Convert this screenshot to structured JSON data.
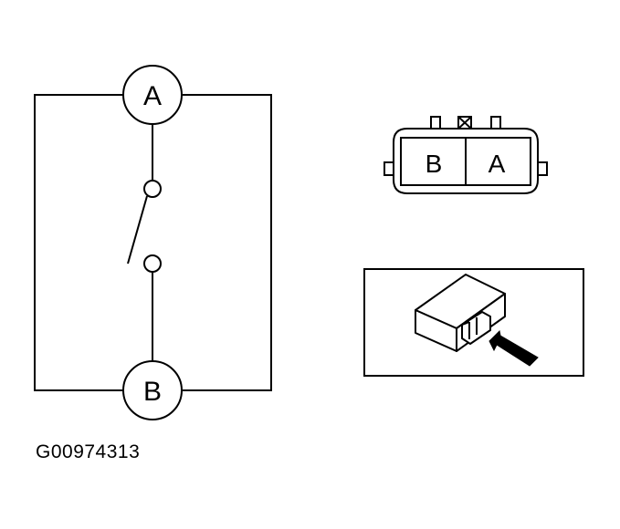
{
  "schematic": {
    "terminal_top": "A",
    "terminal_bottom": "B"
  },
  "connector": {
    "left_cavity": "B",
    "right_cavity": "A"
  },
  "figure_id": "G00974313",
  "colors": {
    "line": "#000000",
    "background": "#ffffff"
  },
  "icons": {
    "switch": "switch-open-icon",
    "arrow": "insertion-arrow-icon"
  }
}
